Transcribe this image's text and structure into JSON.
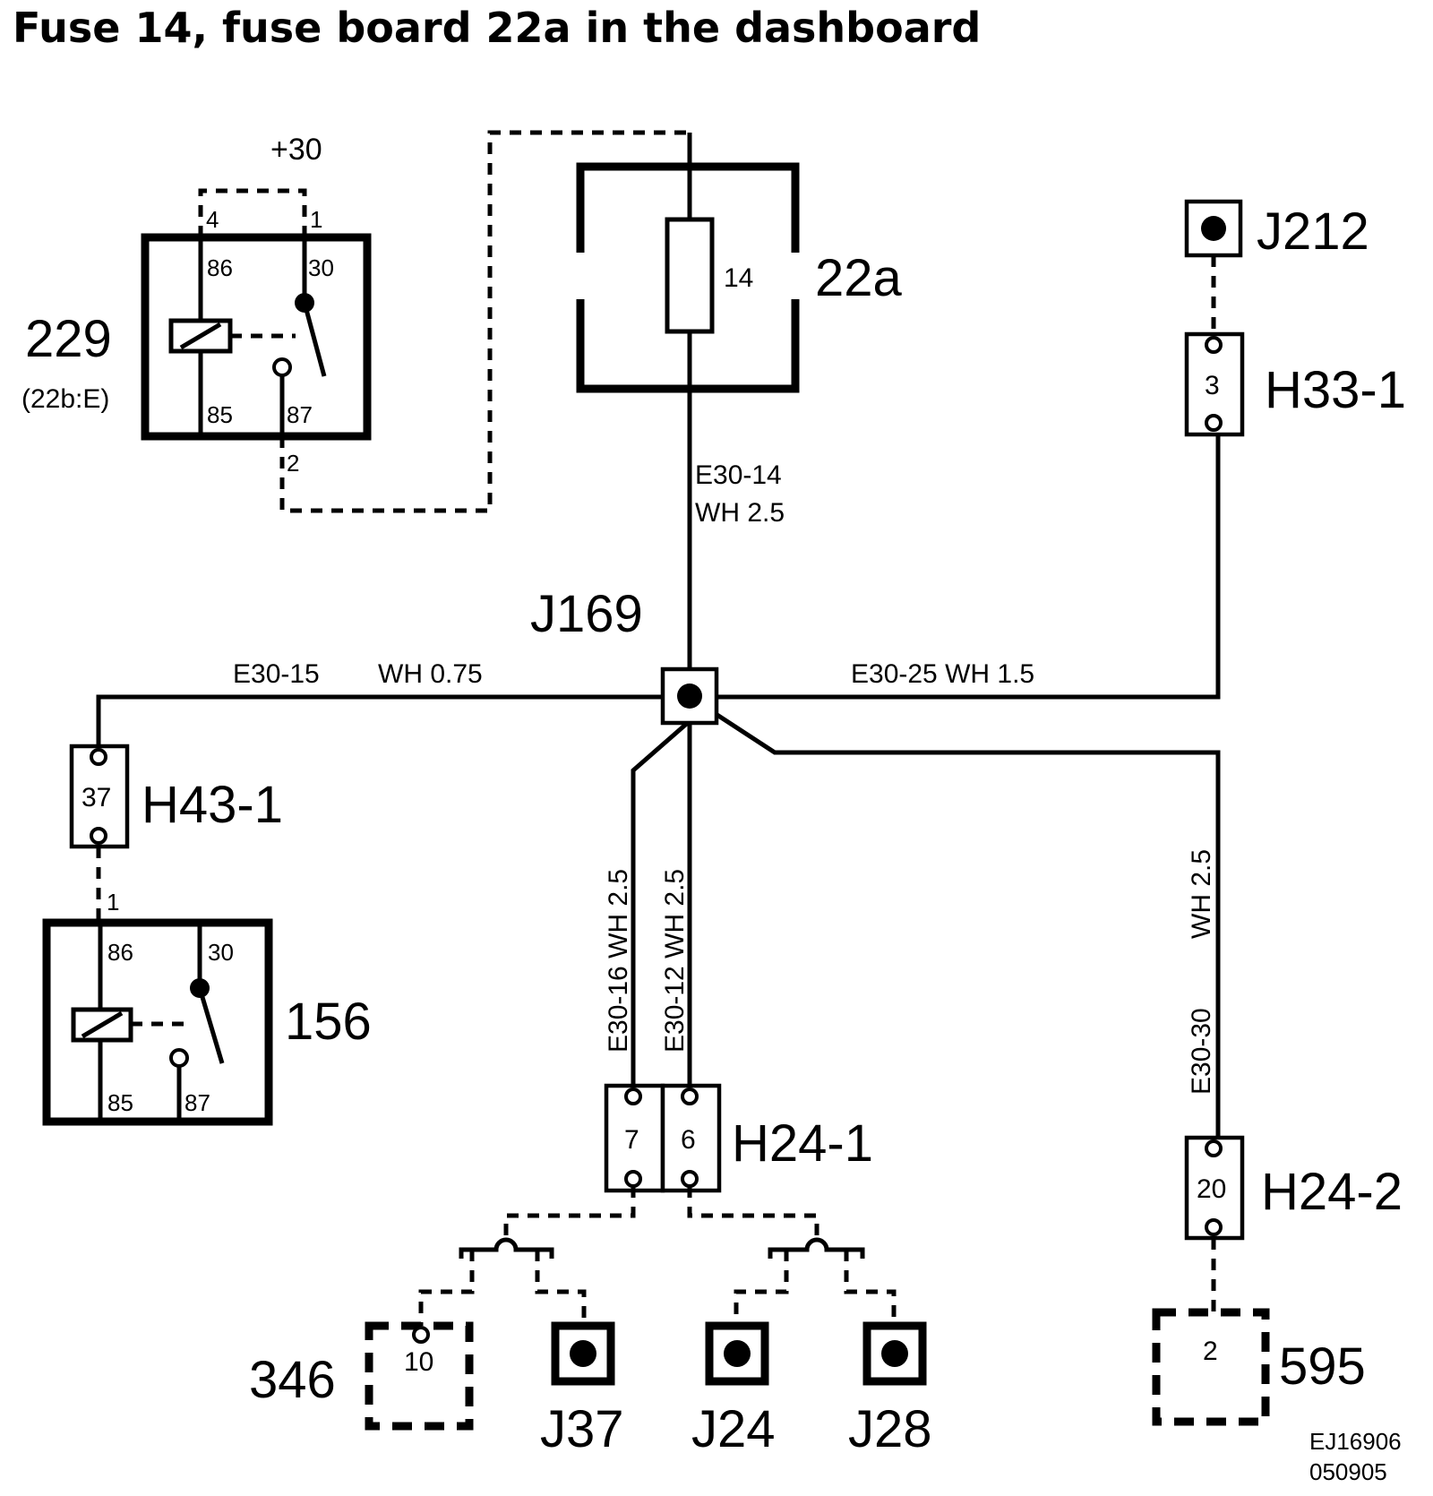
{
  "title": "Fuse 14, fuse board 22a in the dashboard",
  "supply": "+30",
  "fuse": {
    "number": "14",
    "board": "22a"
  },
  "relay_229": {
    "name": "229",
    "location": "(22b:E)",
    "pin_4": "4",
    "pin_1": "1",
    "pin_86": "86",
    "pin_30": "30",
    "pin_85": "85",
    "pin_87": "87",
    "pin_2": "2"
  },
  "relay_156": {
    "name": "156",
    "pin_1": "1",
    "pin_86": "86",
    "pin_30": "30",
    "pin_85": "85",
    "pin_87": "87"
  },
  "junction": "J169",
  "wires": {
    "e30_14_id": "E30-14",
    "e30_14_spec": "WH 2.5",
    "e30_15_id": "E30-15",
    "e30_15_spec": "WH  0.75",
    "e30_25": "E30-25 WH  1.5",
    "e30_16": "E30-16  WH  2.5",
    "e30_12": "E30-12  WH  2.5",
    "e30_30_id": "E30-30",
    "e30_30_spec": "WH 2.5"
  },
  "connectors": {
    "h43_1": {
      "name": "H43-1",
      "pin": "37"
    },
    "h33_1": {
      "name": "H33-1",
      "pin": "3"
    },
    "h24_1": {
      "name": "H24-1",
      "pin_a": "7",
      "pin_b": "6"
    },
    "h24_2": {
      "name": "H24-2",
      "pin": "20"
    }
  },
  "ground_points": {
    "j212": "J212",
    "j37": "J37",
    "j24": "J24",
    "j28": "J28"
  },
  "component_346": {
    "name": "346",
    "pin": "10"
  },
  "component_595": {
    "name": "595",
    "pin": "2"
  },
  "footer": {
    "ref": "EJ16906",
    "date": "050905"
  }
}
